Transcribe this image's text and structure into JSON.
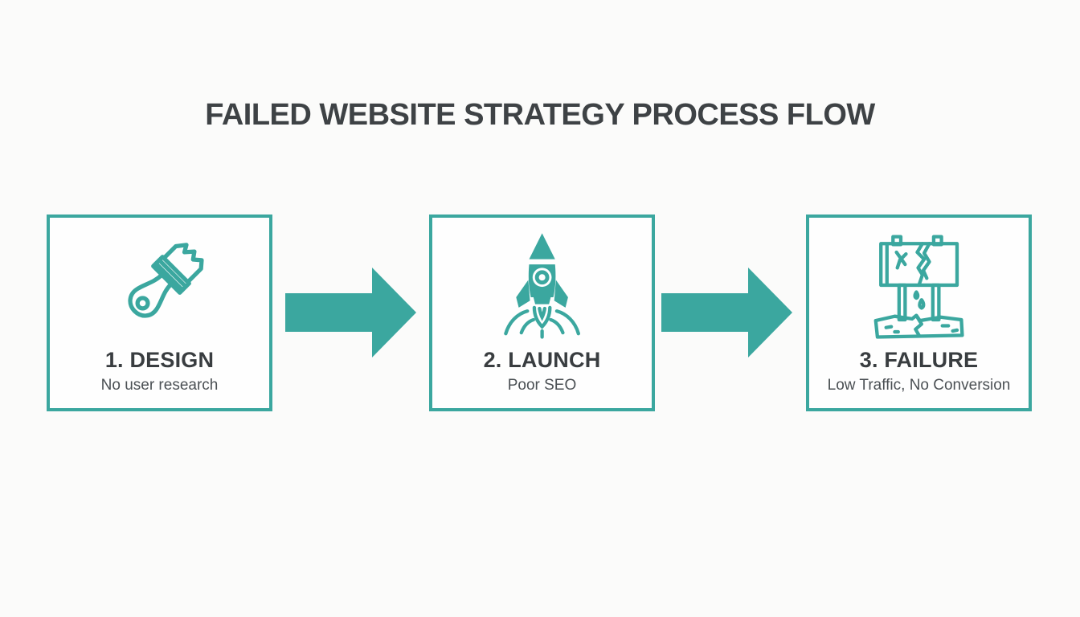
{
  "title": "FAILED WEBSITE STRATEGY PROCESS FLOW",
  "colors": {
    "accent_teal": "#3BA79F",
    "title_text": "#3E4245",
    "step_title_text": "#393D40",
    "step_subtitle_text": "#4B5054",
    "page_background": "#FBFBFA",
    "box_background": "#FEFEFE"
  },
  "steps": [
    {
      "label": "1. DESIGN",
      "subtitle": "No user research",
      "icon": "paintbrush-icon"
    },
    {
      "label": "2. LAUNCH",
      "subtitle": "Poor SEO",
      "icon": "rocket-icon"
    },
    {
      "label": "3. FAILURE",
      "subtitle": "Low Traffic, No Conversion",
      "icon": "broken-billboard-icon"
    }
  ],
  "connectors": [
    {
      "name": "arrow-1",
      "direction": "right"
    },
    {
      "name": "arrow-2",
      "direction": "right"
    }
  ]
}
